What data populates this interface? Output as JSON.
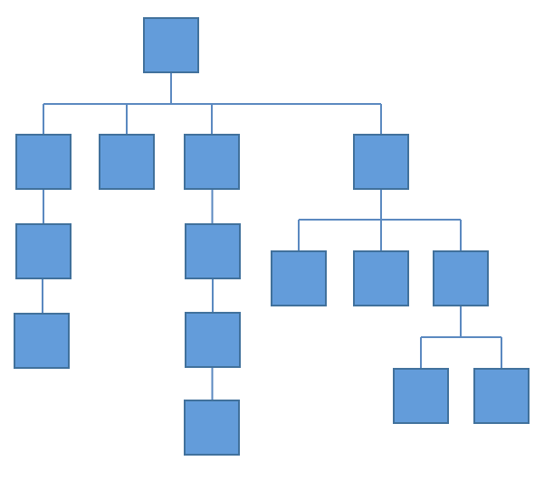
{
  "diagram": {
    "type": "hierarchy",
    "colors": {
      "node_fill": "#639CDA",
      "node_border": "#41719C",
      "connector": "#5B89C0",
      "background": "#FFFFFF"
    },
    "nodes": [
      {
        "id": "root",
        "parent": null,
        "label": ""
      },
      {
        "id": "a",
        "parent": "root",
        "label": ""
      },
      {
        "id": "a1",
        "parent": "a",
        "label": ""
      },
      {
        "id": "a2",
        "parent": "a1",
        "label": ""
      },
      {
        "id": "b",
        "parent": "root",
        "label": ""
      },
      {
        "id": "c",
        "parent": "root",
        "label": ""
      },
      {
        "id": "c1",
        "parent": "c",
        "label": ""
      },
      {
        "id": "c2",
        "parent": "c1",
        "label": ""
      },
      {
        "id": "c3",
        "parent": "c2",
        "label": ""
      },
      {
        "id": "d",
        "parent": "root",
        "label": ""
      },
      {
        "id": "d1",
        "parent": "d",
        "label": ""
      },
      {
        "id": "d2",
        "parent": "d",
        "label": ""
      },
      {
        "id": "d3",
        "parent": "d",
        "label": ""
      },
      {
        "id": "d3a",
        "parent": "d3",
        "label": ""
      },
      {
        "id": "d3b",
        "parent": "d3",
        "label": ""
      }
    ]
  }
}
